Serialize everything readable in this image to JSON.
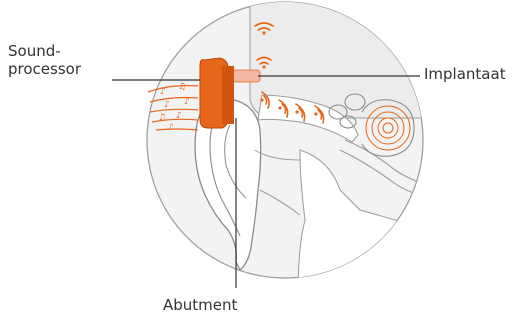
{
  "labels": {
    "sound_processor_line1": "Sound-",
    "sound_processor_line2": "processor",
    "implant": "Implantaat",
    "abutment": "Abutment"
  },
  "colors": {
    "accent_orange": "#e8661a",
    "implant_pink": "#f4b9a3",
    "outline_gray": "#8a8a8a",
    "circle_fill": "#f2f2f2",
    "ear_fill": "#ffffff"
  },
  "icons": {
    "sound_waves": "wifi-arc-waves",
    "music_notes": "music-notes"
  }
}
